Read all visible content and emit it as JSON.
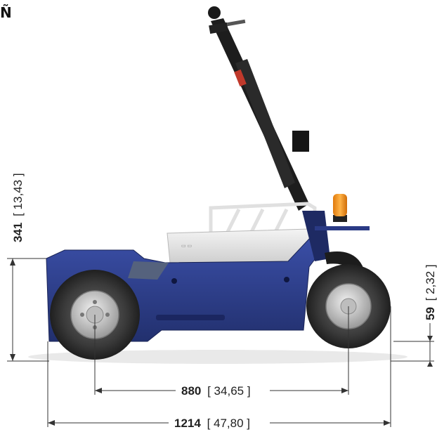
{
  "corner_glyph": "Ñ",
  "dimensions": {
    "height_mm": "341",
    "height_in": "[ 13,43 ]",
    "clearance_mm": "59",
    "clearance_in": "[ 2,32 ]",
    "wheelbase_mm": "880",
    "wheelbase_in": "[ 34,65 ]",
    "length_mm": "1214",
    "length_in": "[ 47,80 ]"
  },
  "colors": {
    "body_blue": "#2c3d8c",
    "body_blue_dark": "#1f2c6a",
    "tyre": "#3a3a3a",
    "hub": "#c8c8c8",
    "panel": "#e6e6e6",
    "beacon": "#f39a1e",
    "dimension_line": "#333333"
  }
}
